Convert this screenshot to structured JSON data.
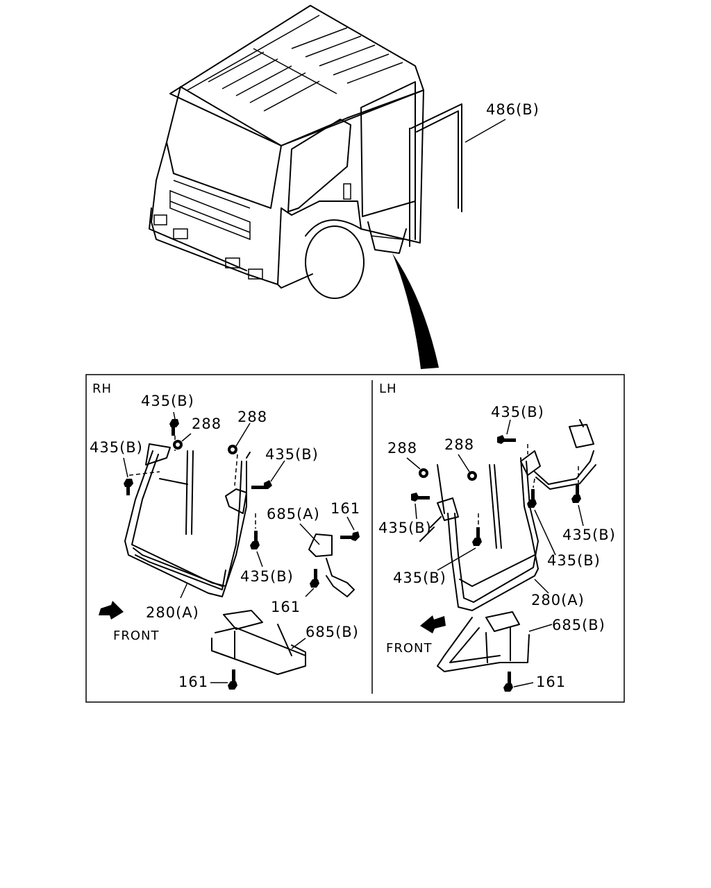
{
  "panels": {
    "rh": {
      "title": "RH",
      "front": "FRONT",
      "callouts": {
        "bolt_top": "435(B)",
        "bolt_left": "435(B)",
        "nut_left": "288",
        "nut_right": "288",
        "bolt_right": "435(B)",
        "bolt_lower": "435(B)",
        "bracket_a": "685(A)",
        "screw_top": "161",
        "screw_mid": "161",
        "step": "280(A)",
        "bracket_b": "685(B)",
        "screw_bottom": "161"
      }
    },
    "lh": {
      "title": "LH",
      "front": "FRONT",
      "callouts": {
        "bolt_top": "435(B)",
        "nut_left": "288",
        "nut_right": "288",
        "bolt_left": "435(B)",
        "bolt_right": "435(B)",
        "bolt_mid": "435(B)",
        "bolt_lower": "435(B)",
        "step": "280(A)",
        "bracket_b": "685(B)",
        "screw_bottom": "161"
      }
    }
  },
  "truck": {
    "seal_label": "486(B)"
  }
}
